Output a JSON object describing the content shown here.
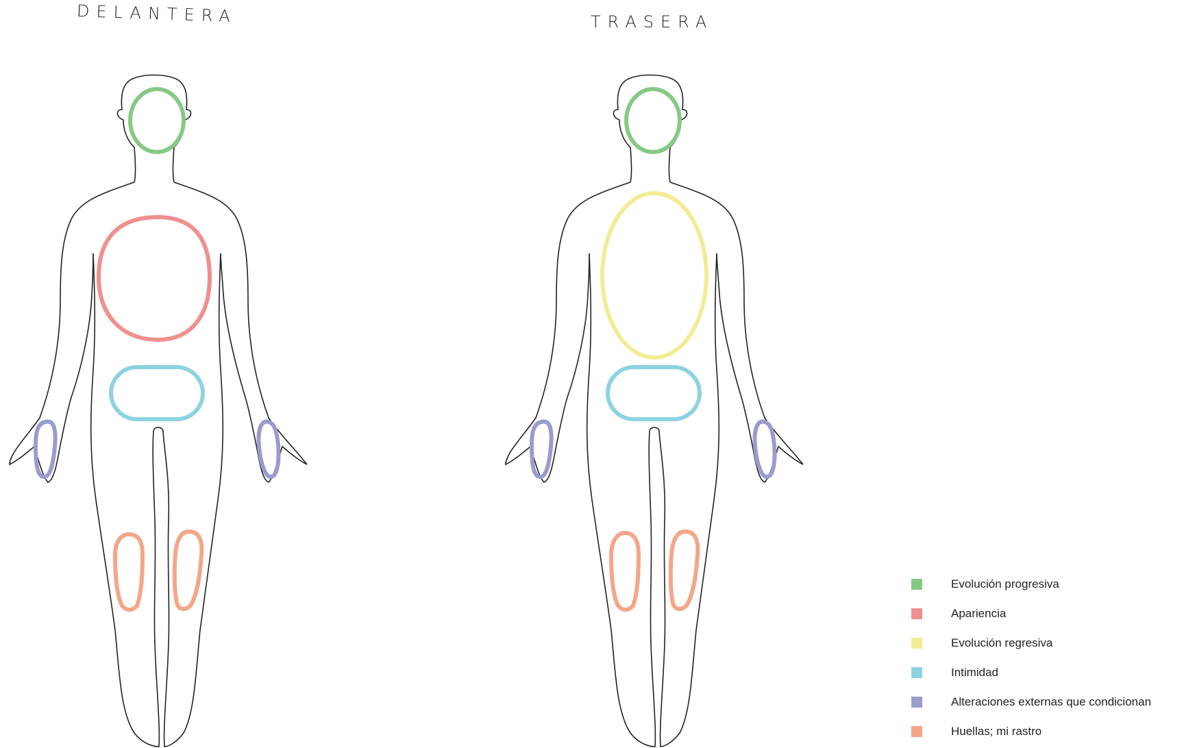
{
  "titles": {
    "front": "DELANTERA",
    "back": "TRASERA"
  },
  "colors": {
    "outline": "#222222",
    "green": "#86c985",
    "red": "#f08f8f",
    "yellow": "#f2ec95",
    "cyan": "#8dd3e0",
    "purple": "#9a9ccb",
    "orange": "#f5a688"
  },
  "legend": [
    {
      "label": "Evolución progresiva",
      "color": "#86c985"
    },
    {
      "label": "Apariencia",
      "color": "#f08f8f"
    },
    {
      "label": "Evolución regresiva",
      "color": "#f2ec95"
    },
    {
      "label": "Intimidad",
      "color": "#8dd3e0"
    },
    {
      "label": "Alteraciones externas que condicionan",
      "color": "#9a9ccb"
    },
    {
      "label": "Huellas; mi rastro",
      "color": "#f5a688"
    }
  ]
}
